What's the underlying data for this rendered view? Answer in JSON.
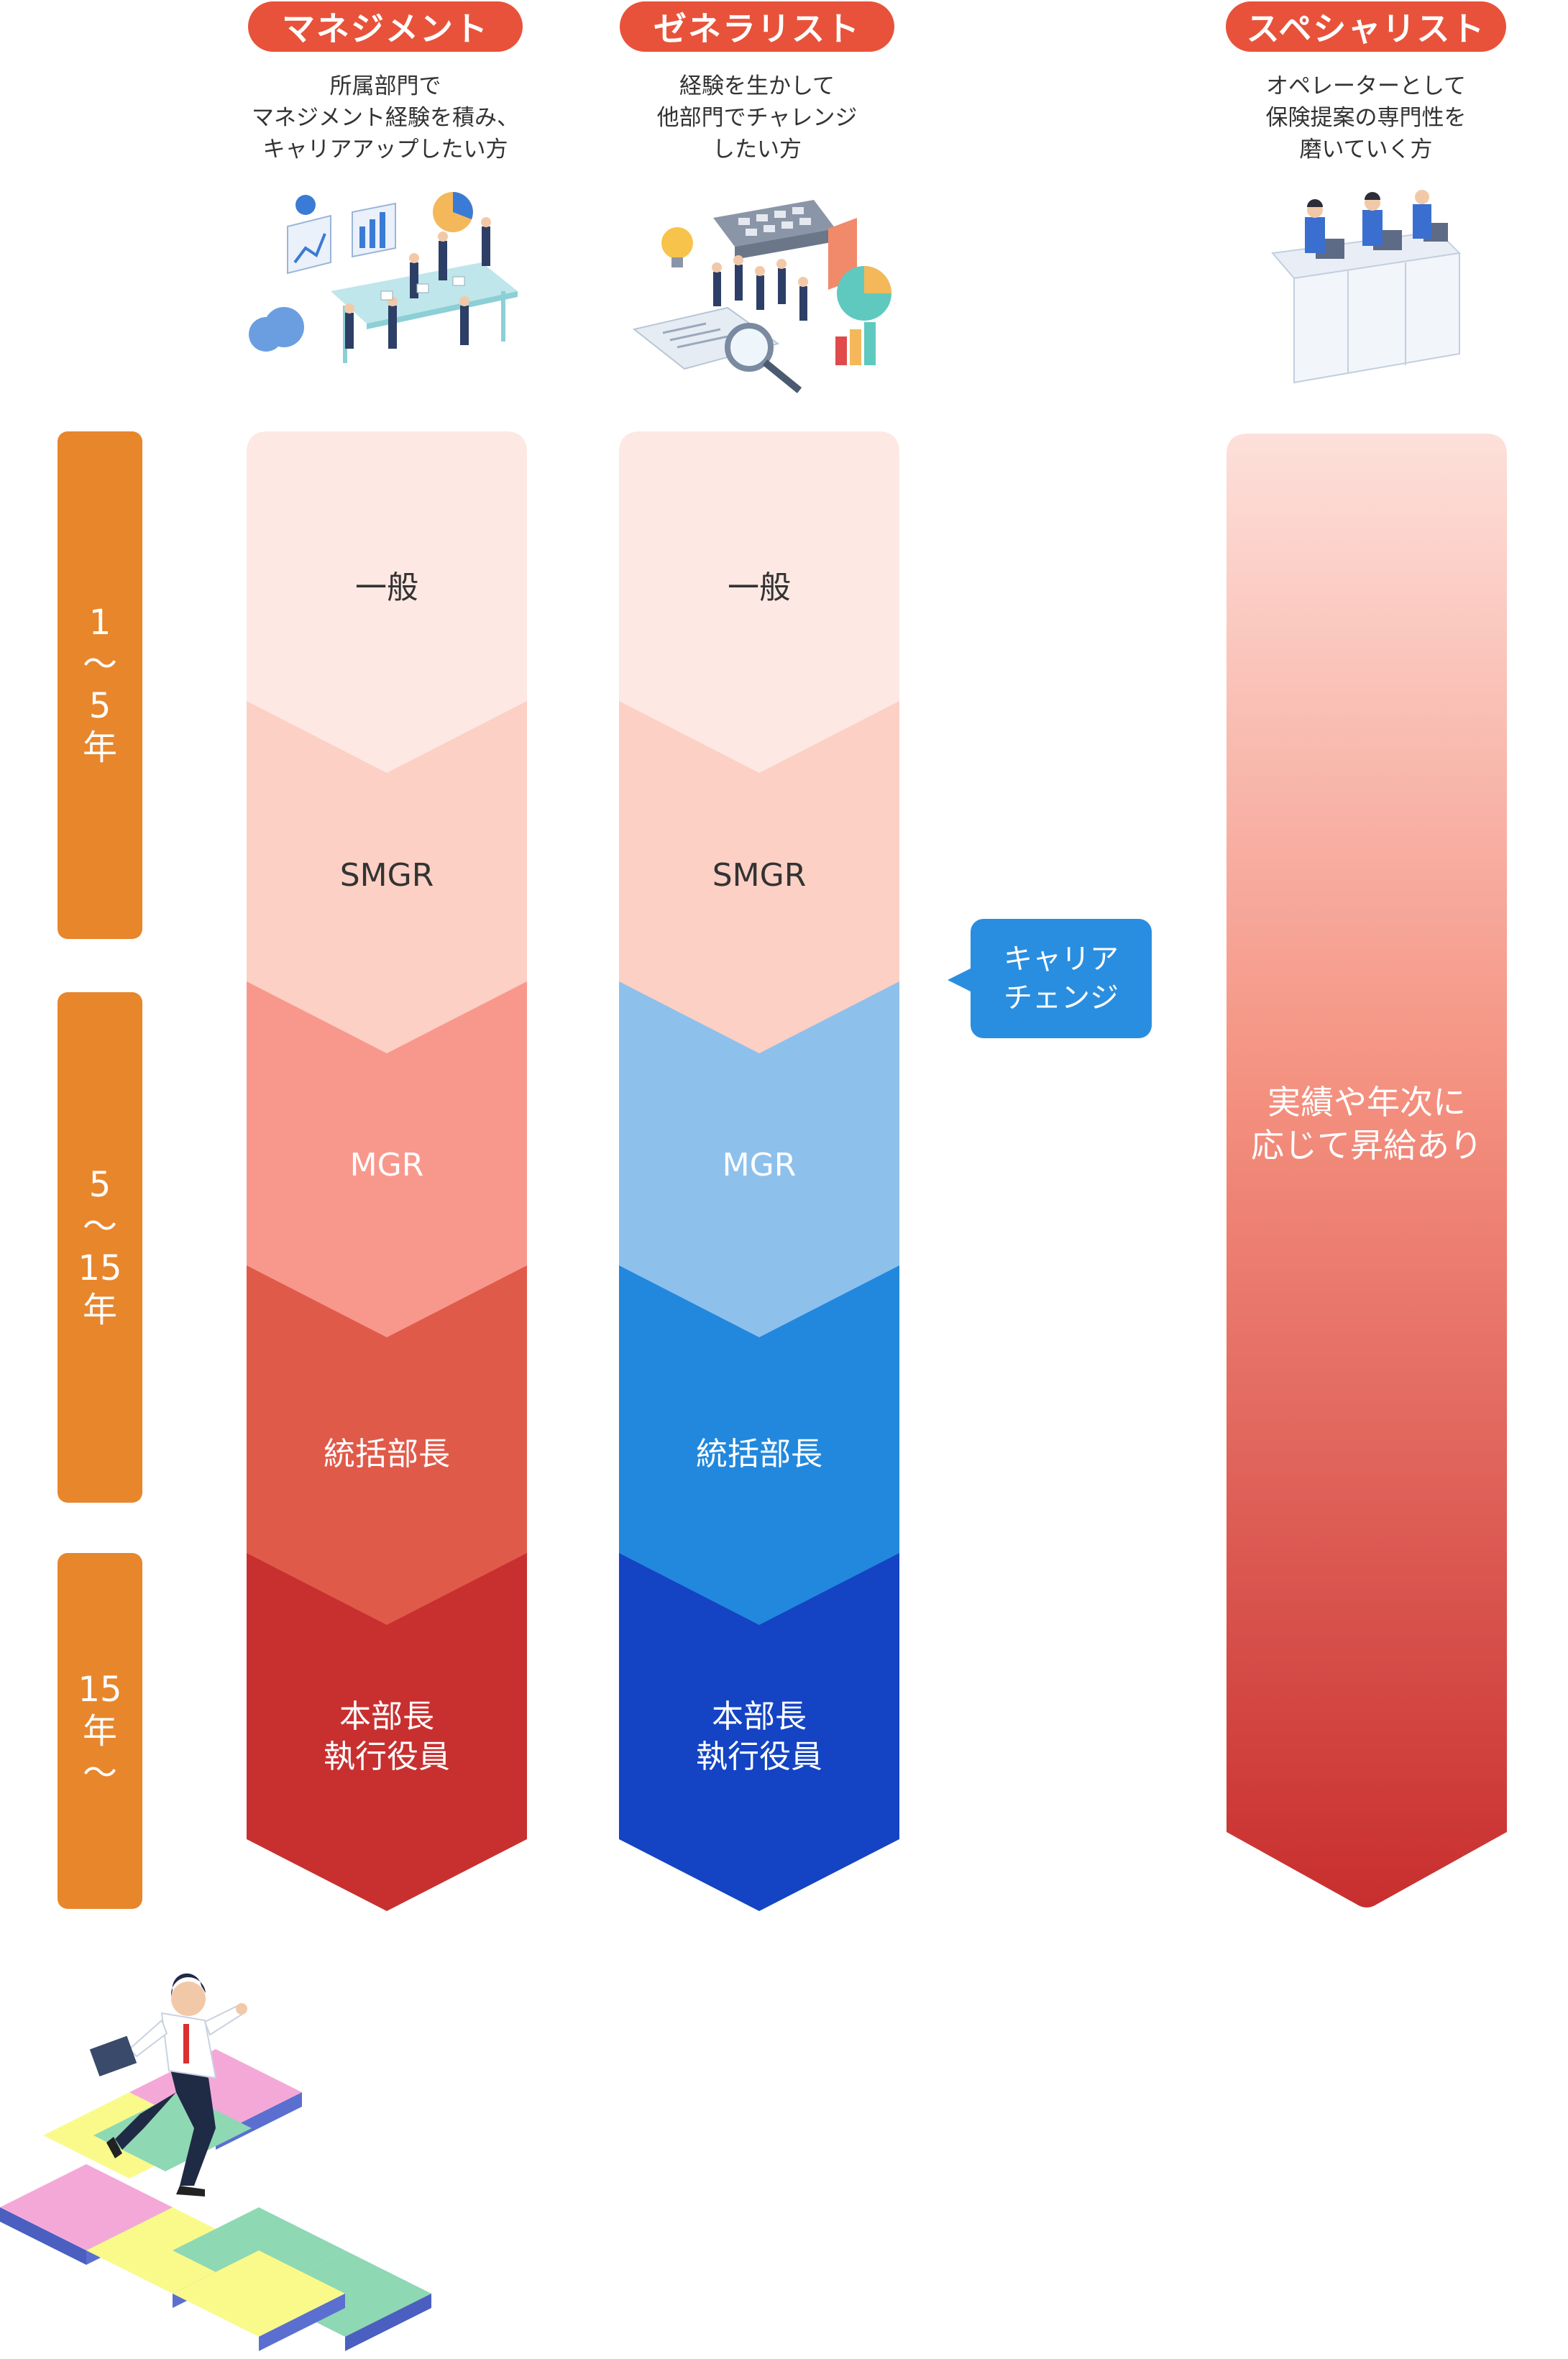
{
  "tracks": {
    "management": {
      "title": "マネジメント",
      "description": [
        "所属部門で",
        "マネジメント経験を積み、",
        "キャリアアップしたい方"
      ],
      "stages": [
        "一般",
        "SMGR",
        "MGR",
        "統括部長",
        "本部長",
        "執行役員"
      ],
      "colors": [
        "#fde8e3",
        "#fcd0c4",
        "#f8988c",
        "#e05a4a",
        "#c83030"
      ]
    },
    "generalist": {
      "title": "ゼネラリスト",
      "description": [
        "経験を生かして",
        "他部門でチャレンジ",
        "したい方"
      ],
      "stages": [
        "一般",
        "SMGR",
        "MGR",
        "統括部長",
        "本部長",
        "執行役員"
      ],
      "colors": [
        "#fde8e3",
        "#fcd0c4",
        "#8ec0ec",
        "#2288dd",
        "#1444c4"
      ]
    },
    "specialist": {
      "title": "スペシャリスト",
      "description": [
        "オペレーターとして",
        "保険提案の専門性を",
        "磨いていく方"
      ],
      "note": [
        "実績や年次に",
        "応じて昇給あり"
      ],
      "gradient_top": "#fde0da",
      "gradient_bottom": "#c82e2e"
    }
  },
  "years": [
    {
      "lines": [
        "1",
        "〜",
        "5",
        "年"
      ]
    },
    {
      "lines": [
        "5",
        "〜",
        "15",
        "年"
      ]
    },
    {
      "lines": [
        "15",
        "年",
        "〜"
      ]
    }
  ],
  "career_change": [
    "キャリア",
    "チェンジ"
  ],
  "colors": {
    "pill": "#e8523a",
    "year_bar": "#e8862c",
    "bubble": "#2a8ee0"
  }
}
